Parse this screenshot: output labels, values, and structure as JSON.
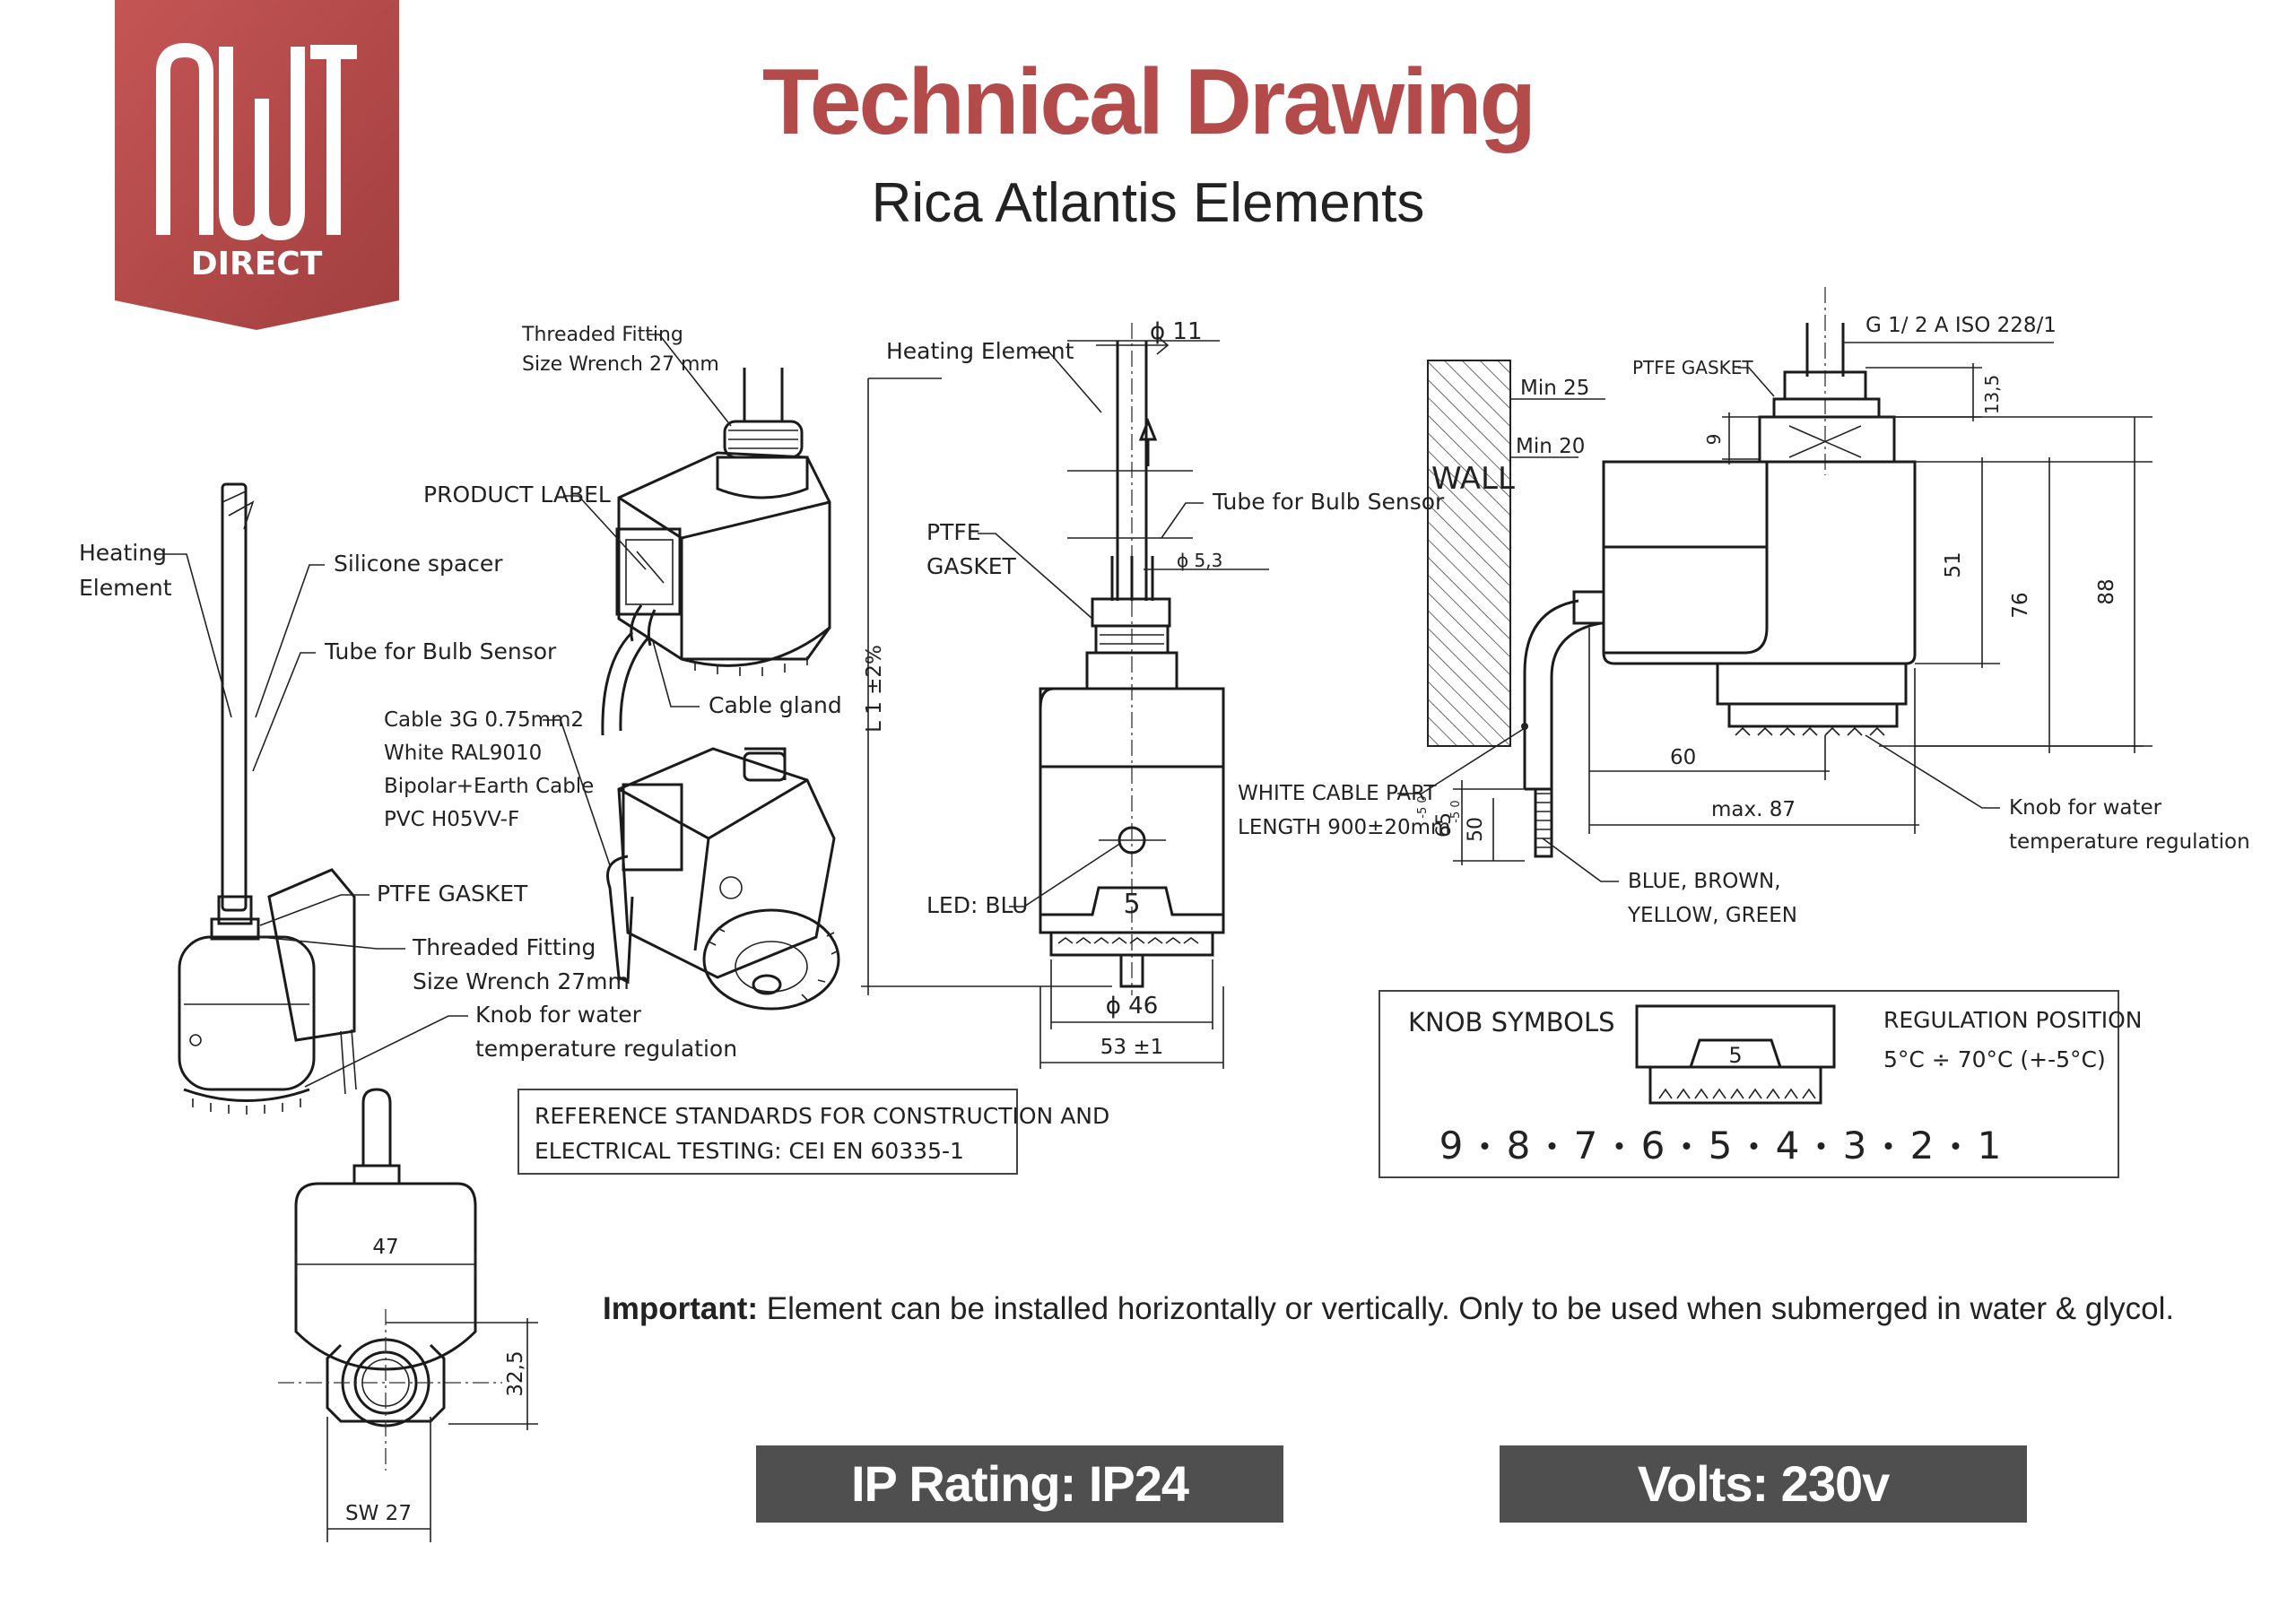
{
  "header": {
    "title": "Technical Drawing",
    "subtitle": "Rica Atlantis Elements",
    "logo_text": "NWT",
    "logo_subtext": "DIRECT"
  },
  "colors": {
    "brand_red": "#b34b4b",
    "badge_gray": "#4f4f4f",
    "line": "#222222"
  },
  "left_view": {
    "heating_element_1": "Heating",
    "heating_element_2": "Element",
    "silicone_spacer": "Silicone spacer",
    "tube_bulb_sensor": "Tube for Bulb Sensor",
    "ptfe_gasket": "PTFE GASKET",
    "threaded_fitting_1": "Threaded Fitting",
    "threaded_fitting_2": "Size Wrench 27mm",
    "knob_1": "Knob for water",
    "knob_2": "temperature regulation"
  },
  "iso_view": {
    "threaded_fitting_1": "Threaded Fitting",
    "threaded_fitting_2": "Size Wrench 27 mm",
    "product_label": "PRODUCT LABEL",
    "cable_gland": "Cable gland",
    "cable_1": "Cable 3G 0.75mm2",
    "cable_2": "White RAL9010",
    "cable_3": "Bipolar+Earth Cable",
    "cable_4": "PVC     H05VV-F"
  },
  "front_view": {
    "heating_element": "Heating Element",
    "dia_11": "ϕ 11",
    "tube_bulb_sensor": "Tube for Bulb Sensor",
    "ptfe_1": "PTFE",
    "ptfe_2": "GASKET",
    "dia_53": "ϕ 5,3",
    "length": "L 1 ±2%",
    "led": "LED: BLU",
    "knob_value": "5",
    "dia_46": "ϕ 46",
    "width_53": "53 ±1"
  },
  "side_view": {
    "wall": "WALL",
    "min_25": "Min  25",
    "min_20": "Min  20",
    "ptfe_gasket": "PTFE GASKET",
    "thread": "G 1/  2  A   ISO 228/1",
    "dim_135": "13,5",
    "dim_9": "9",
    "dim_51": "51",
    "dim_76": "76",
    "dim_88": "88",
    "dim_60": "60",
    "max_87": "max. 87",
    "white_cable_1": "WHITE CABLE PART",
    "white_cable_2": "LENGTH 900±20mm",
    "dim_65": "65",
    "dim_65_tol": "-5 0",
    "dim_50": "50",
    "dim_50_tol": "-5 0",
    "wires_1": "BLUE, BROWN,",
    "wires_2": "YELLOW, GREEN",
    "knob_1": "Knob for water",
    "knob_2": "temperature regulation"
  },
  "bottom_view": {
    "dim_47": "47",
    "dim_325": "32,5",
    "sw_27": "SW 27"
  },
  "standards": {
    "line1": "REFERENCE STANDARDS FOR CONSTRUCTION AND",
    "line2": "ELECTRICAL TESTING: CEI EN 60335-1"
  },
  "knob_box": {
    "title": "KNOB SYMBOLS",
    "regulation_1": "REGULATION POSITION",
    "regulation_2": "5°C ÷ 70°C (+-5°C)",
    "knob_value": "5",
    "positions": [
      "9",
      "8",
      "7",
      "6",
      "5",
      "4",
      "3",
      "2",
      "1"
    ]
  },
  "important": {
    "label": "Important:",
    "text": " Element can be installed horizontally or vertically. Only to be used when submerged in water & glycol."
  },
  "badges": {
    "ip": "IP Rating: IP24",
    "volts": "Volts: 230v"
  }
}
